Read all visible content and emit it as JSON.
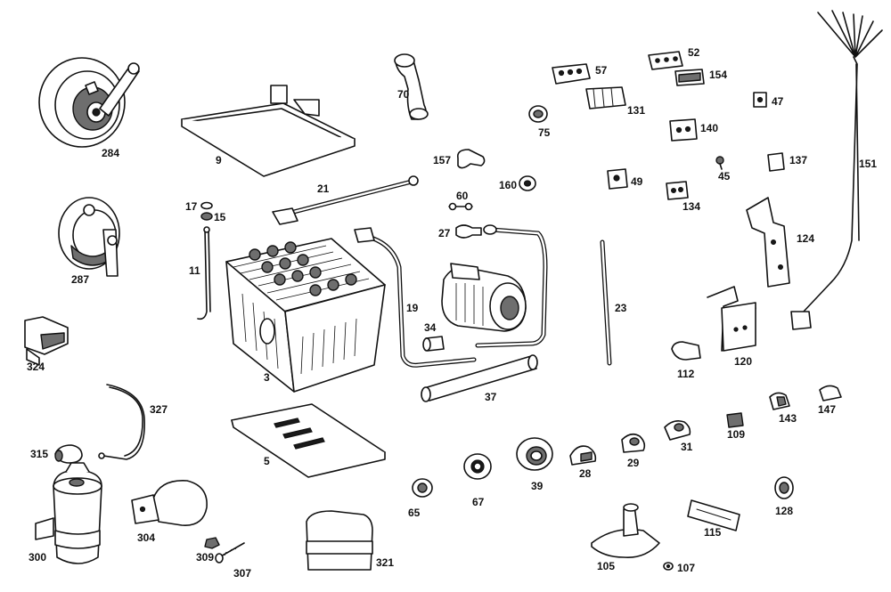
{
  "diagram": {
    "line_color": "#111111",
    "background": "#ffffff",
    "parts": {
      "p284": "284",
      "p9": "9",
      "p70": "70",
      "p57": "57",
      "p52": "52",
      "p154": "154",
      "p131": "131",
      "p75": "75",
      "p47": "47",
      "p140": "140",
      "p151": "151",
      "p157": "157",
      "p160": "160",
      "p137": "137",
      "p45": "45",
      "p49": "49",
      "p134": "134",
      "p21": "21",
      "p60": "60",
      "p17": "17",
      "p15": "15",
      "p27": "27",
      "p287": "287",
      "p124": "124",
      "p11": "11",
      "p19": "19",
      "p23": "23",
      "p34": "34",
      "p324": "324",
      "p120": "120",
      "p3": "3",
      "p112": "112",
      "p37": "37",
      "p327": "327",
      "p143": "143",
      "p147": "147",
      "p109": "109",
      "p31": "31",
      "p5": "5",
      "p28": "28",
      "p29": "29",
      "p315": "315",
      "p39": "39",
      "p67": "67",
      "p65": "65",
      "p128": "128",
      "p304": "304",
      "p115": "115",
      "p300": "300",
      "p309": "309",
      "p321": "321",
      "p105": "105",
      "p107": "107",
      "p307": "307"
    }
  }
}
